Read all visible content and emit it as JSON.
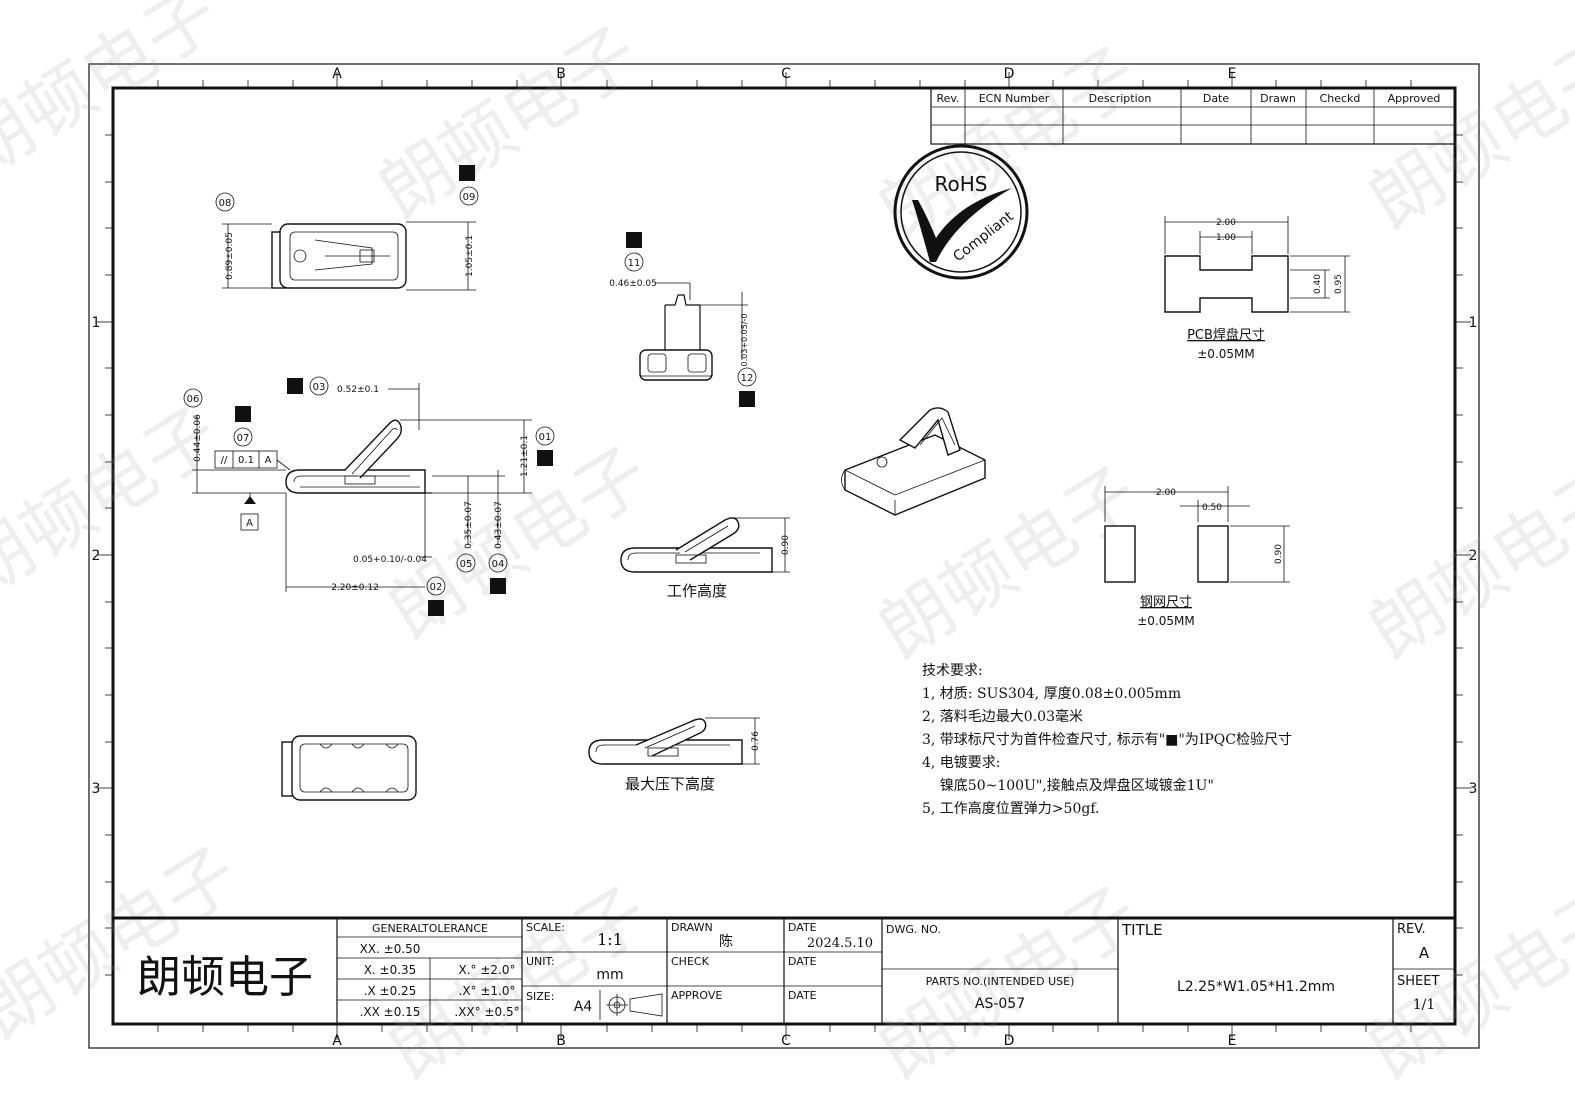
{
  "frame": {
    "col_labels": [
      "A",
      "B",
      "C",
      "D",
      "E"
    ],
    "row_labels": [
      "1",
      "2",
      "3"
    ]
  },
  "revision_table": {
    "headers": [
      "Rev.",
      "ECN Number",
      "Description",
      "Date",
      "Drawn",
      "Checkd",
      "Approved"
    ]
  },
  "rohs": {
    "top": "RoHS",
    "bottom": "Compliant"
  },
  "watermark": "朗顿电子",
  "dims": {
    "d_089": "0.89±0.05",
    "d_105": "1.05±0.1",
    "d_046": "0.46±0.05",
    "d_003": "0.03+0.05/-0",
    "d_052": "0.52±0.1",
    "d_044": "0.44±0.06",
    "d_121": "1.21±0.1",
    "d_035": "0.35±0.07",
    "d_043": "0.43±0.07",
    "d_005": "0.05+0.10/-0.04",
    "d_220": "2.20±0.12",
    "d_090a": "0.90",
    "d_076": "0.76",
    "pcb_200": "2.00",
    "pcb_100": "1.00",
    "pcb_040": "0.40",
    "pcb_095": "0.95",
    "sten_200": "2.00",
    "sten_050": "0.50",
    "sten_090": "0.90"
  },
  "balloons": [
    "08",
    "09",
    "11",
    "12",
    "03",
    "06",
    "07",
    "01",
    "02",
    "05",
    "04"
  ],
  "fcf": {
    "sym": "//",
    "val": "0.1",
    "datum": "A"
  },
  "datum_a": "A",
  "captions": {
    "working_height": "工作高度",
    "max_press": "最大压下高度",
    "pcb_pad": "PCB焊盘尺寸",
    "pcb_tol": "±0.05MM",
    "stencil": "钢网尺寸",
    "stencil_tol": "±0.05MM"
  },
  "notes": {
    "title": "技术要求:",
    "lines": [
      "1, 材质: SUS304, 厚度0.08±0.005mm",
      "2, 落料毛边最大0.03毫米",
      "3, 带球标尺寸为首件检查尺寸, 标示有\"■\"为IPQC检验尺寸",
      "4, 电镀要求:",
      "    镍底50~100U\",接触点及焊盘区域镀金1U\"",
      "5, 工作高度位置弹力>50gf."
    ]
  },
  "title_block": {
    "company": "朗顿电子",
    "gen_tol": "GENERALTOLERANCE",
    "tol": [
      [
        "XX. ±0.50",
        ""
      ],
      [
        "X. ±0.35",
        "X.° ±2.0°"
      ],
      [
        ".X ±0.25",
        ".X° ±1.0°"
      ],
      [
        ".XX ±0.15",
        ".XX° ±0.5°"
      ]
    ],
    "scale_label": "SCALE:",
    "scale": "1:1",
    "unit_label": "UNIT:",
    "unit": "mm",
    "size_label": "SIZE:",
    "size": "A4",
    "drawn_label": "DRAWN",
    "drawn": "陈",
    "check_label": "CHECK",
    "approve_label": "APPROVE",
    "date_label": "DATE",
    "date": "2024.5.10",
    "dwg_label": "DWG. NO.",
    "parts_label": "PARTS NO.(INTENDED USE)",
    "parts": "AS-057",
    "title_label": "TITLE",
    "title": "L2.25*W1.05*H1.2mm",
    "rev_label": "REV.",
    "rev": "A",
    "sheet_label": "SHEET",
    "sheet": "1/1"
  }
}
